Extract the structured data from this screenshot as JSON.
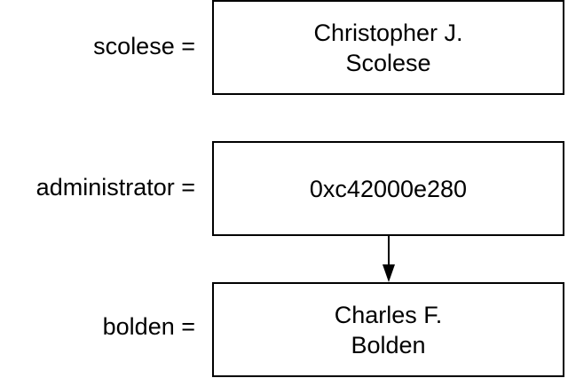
{
  "variables": [
    {
      "label": "scolese =",
      "value_lines": [
        "Christopher J.",
        "Scolese"
      ]
    },
    {
      "label": "administrator =",
      "value_lines": [
        "0xc42000e280"
      ]
    },
    {
      "label": "bolden =",
      "value_lines": [
        "Charles F.",
        "Bolden"
      ]
    }
  ],
  "colors": {
    "stroke": "#000000",
    "background": "#ffffff"
  }
}
